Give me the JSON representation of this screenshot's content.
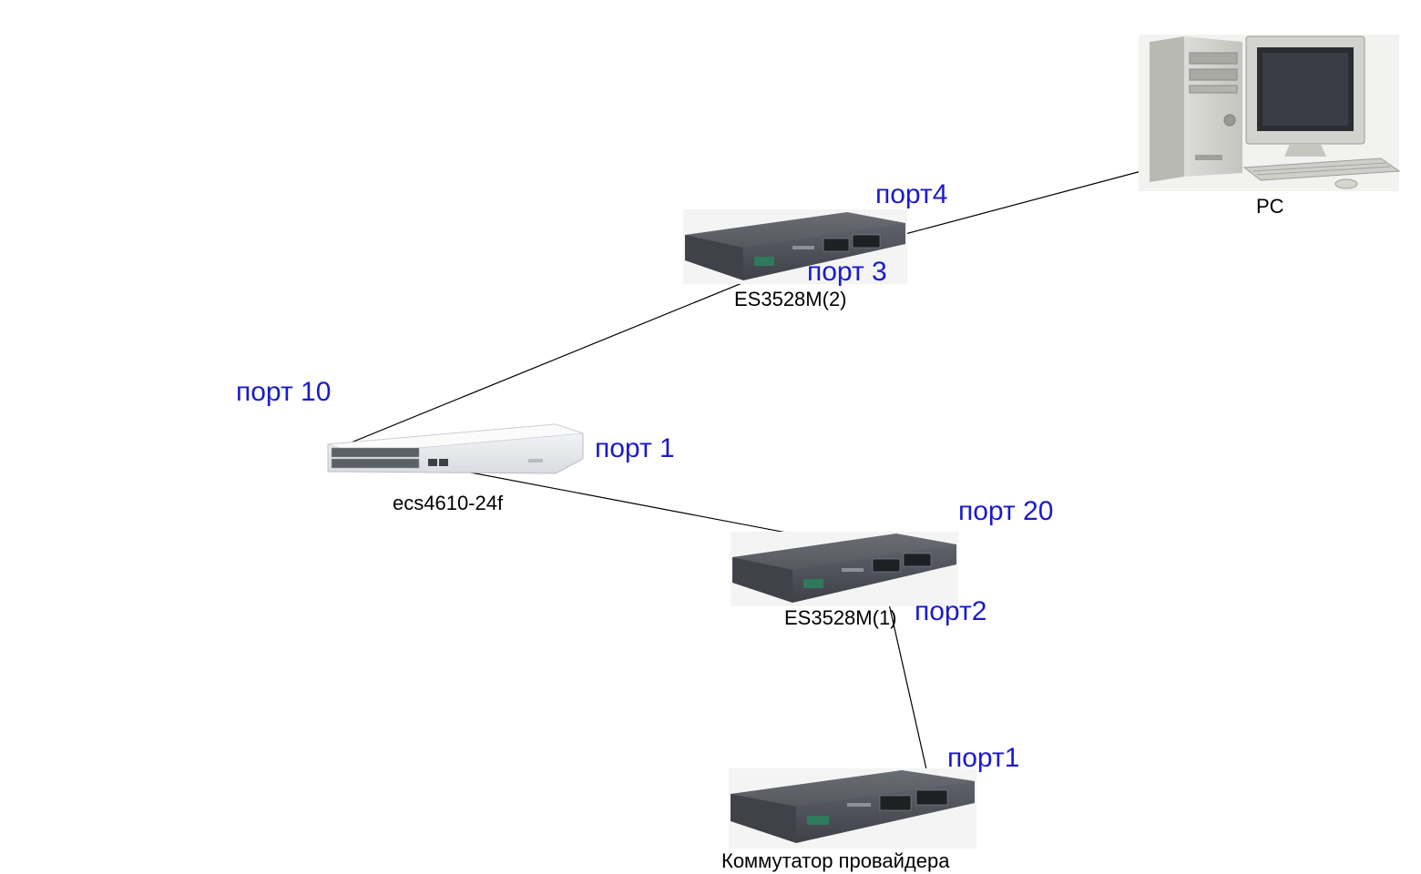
{
  "devices": {
    "pc": {
      "label": "PC"
    },
    "es2": {
      "label": "ES3528M(2)"
    },
    "ecs": {
      "label": "ecs4610-24f"
    },
    "es1": {
      "label": "ES3528M(1)"
    },
    "provider": {
      "label": "Коммутатор провайдера"
    }
  },
  "ports": {
    "es2_pc": "порт4",
    "es2_ecs": "порт 3",
    "ecs_es2": "порт 10",
    "ecs_es1": "порт 1",
    "es1_ecs": "порт 20",
    "es1_provider": "порт2",
    "provider_es1": "порт1"
  },
  "colors": {
    "port_label": "#1a1acc",
    "link": "#000000",
    "switch_dark": "#55585f",
    "switch_light": "#eef0f3"
  }
}
